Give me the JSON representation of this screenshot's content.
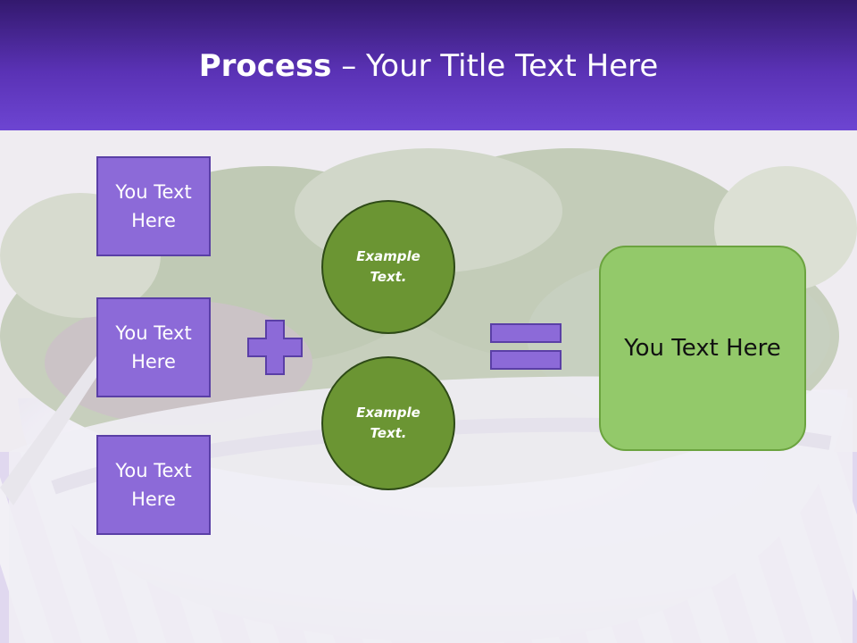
{
  "title": {
    "bold": "Process",
    "rest": " – Your Title Text Here"
  },
  "left_boxes": [
    {
      "label": "You Text Here"
    },
    {
      "label": "You Text Here"
    },
    {
      "label": "You Text Here"
    }
  ],
  "circles": [
    {
      "label": "Example Text."
    },
    {
      "label": "Example Text."
    }
  ],
  "result": {
    "label": "You Text Here"
  },
  "colors": {
    "header_dark": "#33196e",
    "header_light": "#6d45d2",
    "box_purple": "#8c6ad8",
    "circle_green": "#6b9533",
    "result_green": "#93c96a"
  }
}
